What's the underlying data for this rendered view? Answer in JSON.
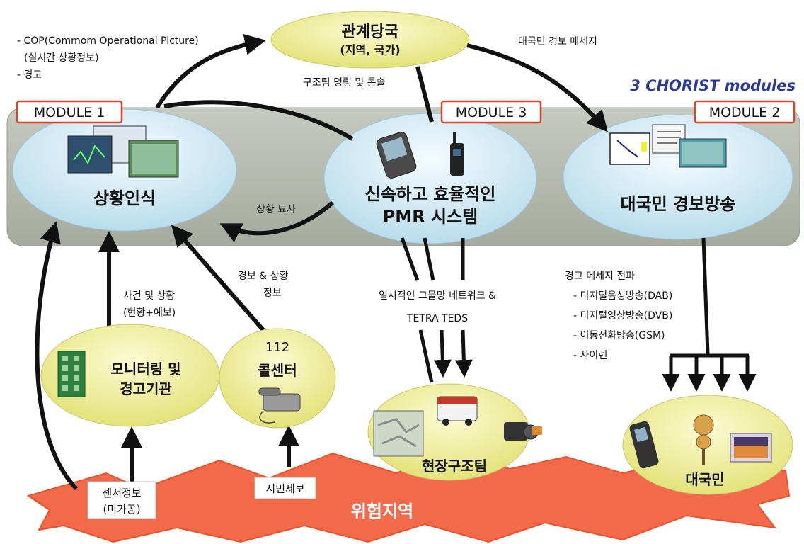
{
  "header": {
    "modules_title": "3 CHORIST modules",
    "cop_line1": "- COP(Commom Operational Picture)",
    "cop_line2": "(실시간 상황정보)",
    "cop_line3": "- 경고"
  },
  "authority": {
    "title": "관계당국",
    "subtitle": "(지역, 국가)"
  },
  "flows": {
    "public_warning_msg": "대국민 경보 메세지",
    "rescue_command": "구조팀 명령 및 통솔",
    "situation_depiction": "상황 묘사",
    "event_status": "사건 및 상황",
    "event_status_sub": "(현황+예보)",
    "alert_status": "경보 & 상황",
    "alert_status_sub": "정보",
    "mesh_network": "일시적인 그물망 네트워크 &",
    "tetra": "TETRA TEDS"
  },
  "modules": {
    "m1": {
      "label": "MODULE 1",
      "title": "상황인식"
    },
    "m3": {
      "label": "MODULE 3",
      "title_line1": "신속하고 효율적인",
      "title_line2": "PMR 시스템"
    },
    "m2": {
      "label": "MODULE 2",
      "title": "대국민 경보방송"
    }
  },
  "broadcast": {
    "title": "경고 메세지 전파",
    "items": [
      "- 디지털음성방송(DAB)",
      "- 디지털영상방송(DVB)",
      "- 이동전화방송(GSM)",
      "- 사이렌"
    ]
  },
  "nodes": {
    "monitoring_line1": "모니터링 및",
    "monitoring_line2": "경고기관",
    "callcenter_num": "112",
    "callcenter": "콜센터",
    "field_rescue": "현장구조팀",
    "citizens": "대국민"
  },
  "sources": {
    "sensor_line1": "센서정보",
    "sensor_line2": "(미가공)",
    "citizen_report": "시민제보"
  },
  "danger_zone": "위험지역",
  "colors": {
    "band": "#b2b7ac",
    "module_ellipse": "#cfe6f0",
    "yellow_ellipse": "#eeed9a",
    "danger": "#f26a4a",
    "module_border": "#d4472c",
    "title_blue": "#2b3a9c"
  }
}
